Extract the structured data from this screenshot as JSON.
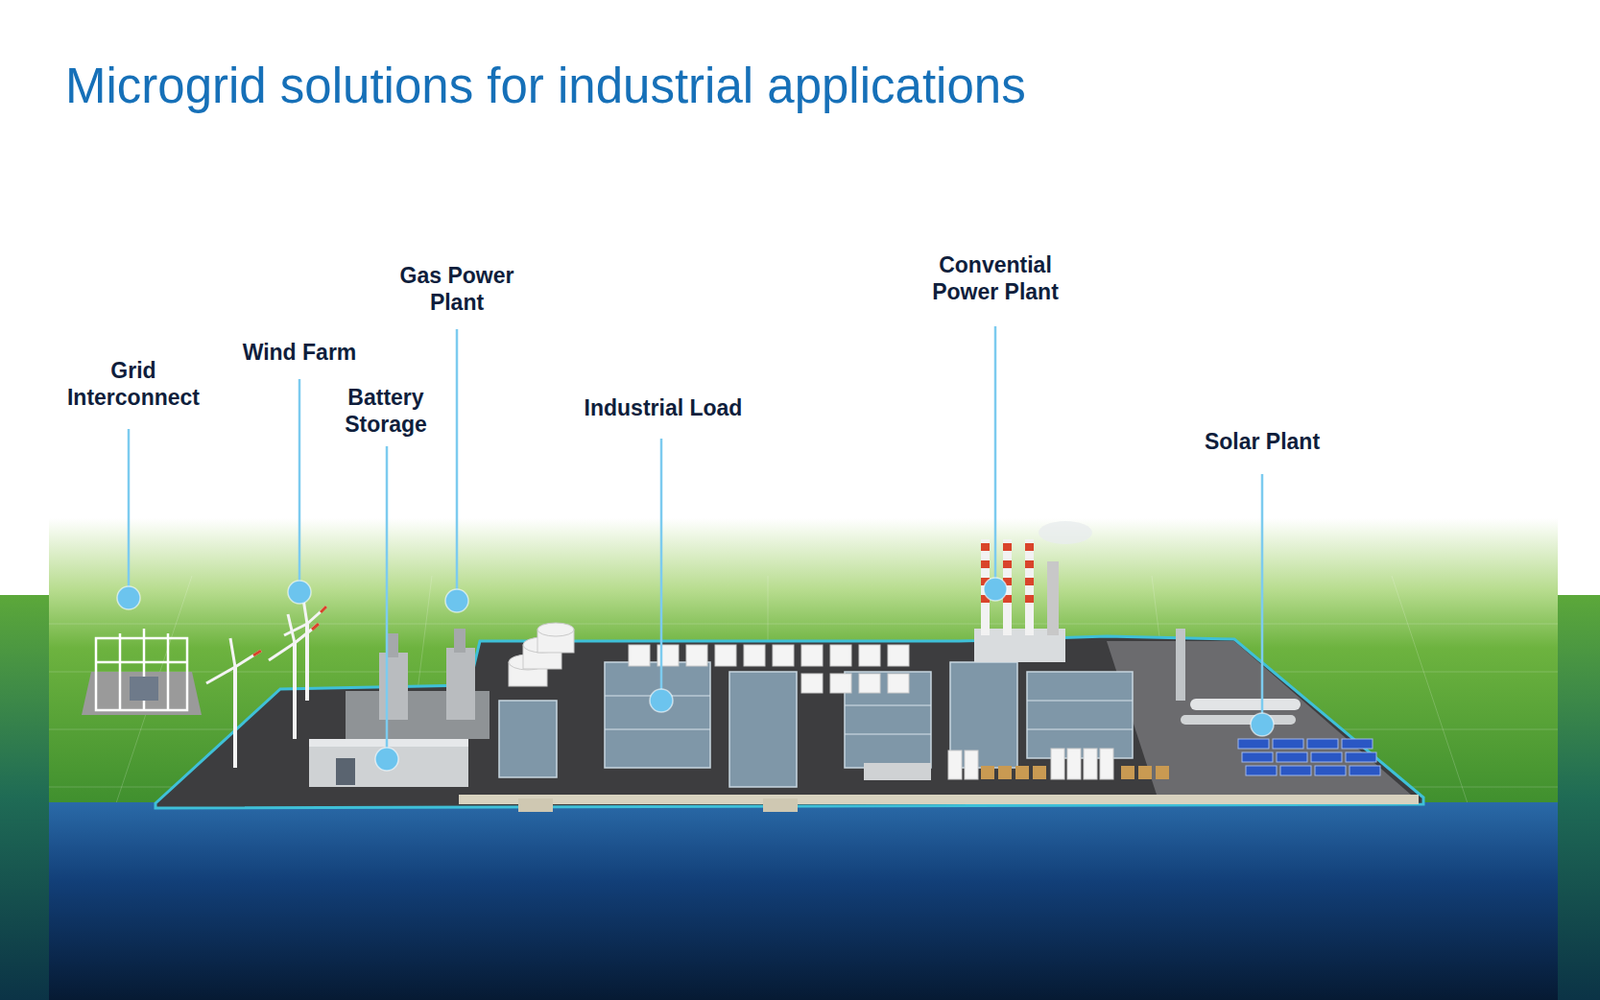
{
  "diagram": {
    "title": "Microgrid solutions for industrial applications",
    "labels": [
      "Grid Interconnect",
      "Wind Farm",
      "Battery Storage",
      "Gas Power Plant",
      "Industrial Load",
      "Convential Power Plant",
      "Solar Plant"
    ]
  }
}
